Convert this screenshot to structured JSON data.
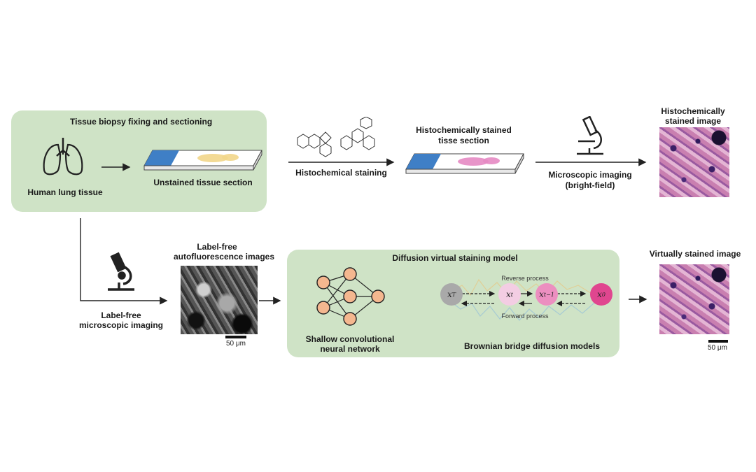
{
  "top_panel_title": "Tissue biopsy fixing and sectioning",
  "human_lung_label": "Human lung tissue",
  "unstained_label": "Unstained tissue section",
  "histo_staining_label": "Histochemical staining",
  "stained_section_label_line1": "Histochemically stained",
  "stained_section_label_line2": "tisse section",
  "microscopic_imaging_line1": "Microscopic imaging",
  "microscopic_imaging_line2": "(bright-field)",
  "histo_image_line1": "Histochemically",
  "histo_image_line2": "stained image",
  "labelfree_imaging_line1": "Label-free",
  "labelfree_imaging_line2": "microscopic imaging",
  "autofluor_line1": "Label-free",
  "autofluor_line2": "autofluorescence images",
  "scale_bar_label": "50 μm",
  "diffusion_panel_title": "Diffusion virtual staining model",
  "shallow_cnn_line1": "Shallow convolutional",
  "shallow_cnn_line2": "neural network",
  "bbdm_label": "Brownian bridge diffusion models",
  "reverse_process": "Reverse process",
  "forward_process": "Forward process",
  "states": [
    {
      "symbol": "x",
      "sub": "T",
      "color": "#a9a9a9"
    },
    {
      "symbol": "x",
      "sub": "t",
      "color": "#f3cde3"
    },
    {
      "symbol": "x",
      "sub": "t−1",
      "color": "#ec8fc0"
    },
    {
      "symbol": "x",
      "sub": "0",
      "color": "#e0468f"
    }
  ],
  "virtual_image_label": "Virtually stained image",
  "colors": {
    "panel_green": "#cfe3c6",
    "slide_blue": "#3f7fc6",
    "node_orange": "#f4b78f"
  }
}
